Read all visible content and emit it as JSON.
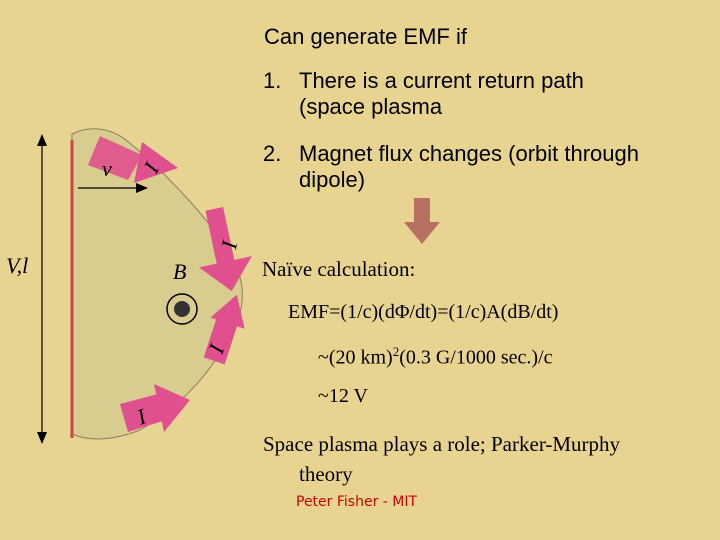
{
  "slide": {
    "title": "Can generate EMF if",
    "conditions": [
      {
        "num": "1.",
        "line1": "There is a current return path",
        "line2": "(space plasma"
      },
      {
        "num": "2.",
        "line1": "Magnet flux changes (orbit through",
        "line2": "dipole)"
      }
    ],
    "naive_label": "Naïve calculation:",
    "emf_formula": "EMF=(1/c)(dΦ/dt)=(1/c)A(dB/dt)",
    "estimate": {
      "prefix": "~(20 km)",
      "exponent": "2",
      "suffix": "(0.3 G/1000 sec.)/c"
    },
    "result": "~12 V",
    "plasma_role": {
      "line1": "Space plasma plays a role; Parker-Murphy",
      "line2": "theory"
    },
    "credit": "Peter Fisher - MIT"
  },
  "diagram": {
    "label_v": "v",
    "label_VL": "V,l",
    "label_B": "B",
    "current_label": "I",
    "arrow_labels": [
      "I",
      "I",
      "I",
      "I"
    ],
    "colors": {
      "background": "#e8d491",
      "region_fill": "#d9cc8f",
      "tether": "#cc4444",
      "current_arrow": "#e0508f",
      "flux_arrow": "#b87060",
      "credit": "#cc0000"
    }
  }
}
